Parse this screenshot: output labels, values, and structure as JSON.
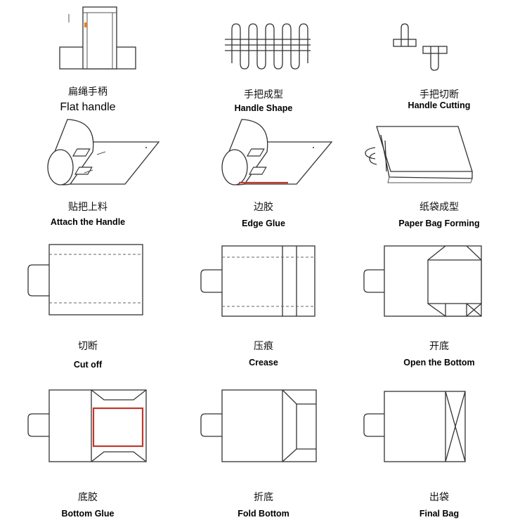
{
  "steps": [
    {
      "cn": "扁绳手柄",
      "en": "Flat handle"
    },
    {
      "cn": "手把成型",
      "en": "Handle Shape"
    },
    {
      "cn": "手把切断",
      "en": "Handle Cutting"
    },
    {
      "cn": "贴把上料",
      "en": "Attach the Handle"
    },
    {
      "cn": "边胶",
      "en": "Edge Glue"
    },
    {
      "cn": "纸袋成型",
      "en": "Paper Bag Forming"
    },
    {
      "cn": "切断",
      "en": "Cut off"
    },
    {
      "cn": "压痕",
      "en": "Crease"
    },
    {
      "cn": "开底",
      "en": "Open the Bottom"
    },
    {
      "cn": "底胶",
      "en": "Bottom Glue"
    },
    {
      "cn": "折底",
      "en": "Fold Bottom"
    },
    {
      "cn": "出袋",
      "en": "Final Bag"
    }
  ],
  "colors": {
    "line": "#333333",
    "glue": "#c0392b",
    "accent": "#e67e22"
  }
}
